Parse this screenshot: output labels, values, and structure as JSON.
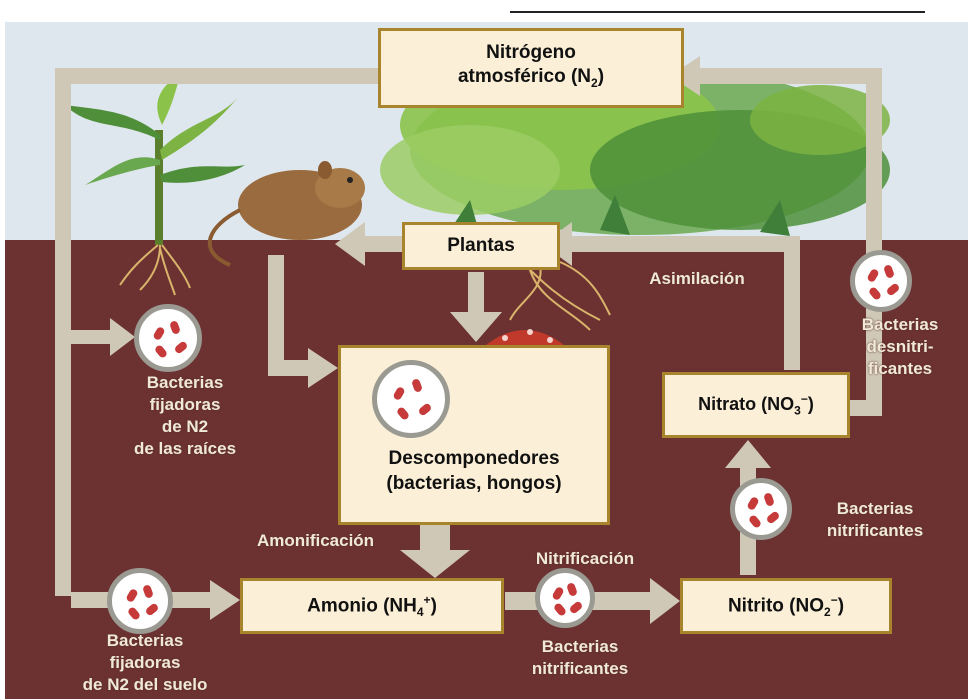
{
  "boxes": {
    "n2_line1": "Nitrógeno",
    "n2_line2": "atmosférico (N",
    "n2_sub": "2",
    "n2_close": ")",
    "plantas": "Plantas",
    "descomp_line1": "Descomponedores",
    "descomp_line2": "(bacterias, hongos)",
    "amonio": "Amonio (NH",
    "amonio_sub": "4",
    "amonio_sup": "+",
    "amonio_close": ")",
    "nitrito": "Nitrito (NO",
    "nitrito_sub": "2",
    "nitrito_sup": "−",
    "nitrito_close": ")",
    "nitrato": "Nitrato (NO",
    "nitrato_sub": "3",
    "nitrato_sup": "−",
    "nitrato_close": ")"
  },
  "labels": {
    "asimilacion": "Asimilación",
    "amonificacion": "Amonificación",
    "nitrificacion": "Nitrificación",
    "bact_raices": [
      "Bacterias",
      "fijadoras",
      "de N2",
      "de las raíces"
    ],
    "bact_suelo": [
      "Bacterias",
      "fijadoras",
      "de N2 del suelo"
    ],
    "bact_nitrif_bottom": [
      "Bacterias",
      "nitrificantes"
    ],
    "bact_nitrif_right": [
      "Bacterias",
      "nitrificantes"
    ],
    "bact_desnitrif": [
      "Bacterias",
      "desnitri-",
      "ficantes"
    ]
  },
  "icons": [
    "mouse-icon",
    "plant-icon",
    "foliage-icon",
    "mushroom-icon",
    "bacteria-icon"
  ],
  "colors": {
    "sky": "#dfe7ee",
    "soil": "#6c3232",
    "arrow": "#cfc8b6",
    "box_fill": "#fbf0d7",
    "box_border": "#a8842c",
    "label_text": "#f1e9d8",
    "bacteria": "#c63a3a"
  }
}
